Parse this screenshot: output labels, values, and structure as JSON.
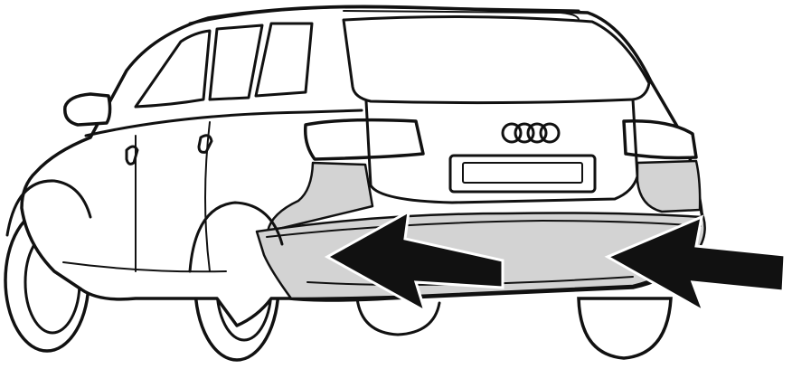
{
  "illustration": {
    "subject": "car-rear-three-quarter-view",
    "highlight_color": "#d3d3d3",
    "line_color": "#111111",
    "arrow_color": "#111111",
    "arrow_count": 2,
    "logo_rings": 4
  }
}
